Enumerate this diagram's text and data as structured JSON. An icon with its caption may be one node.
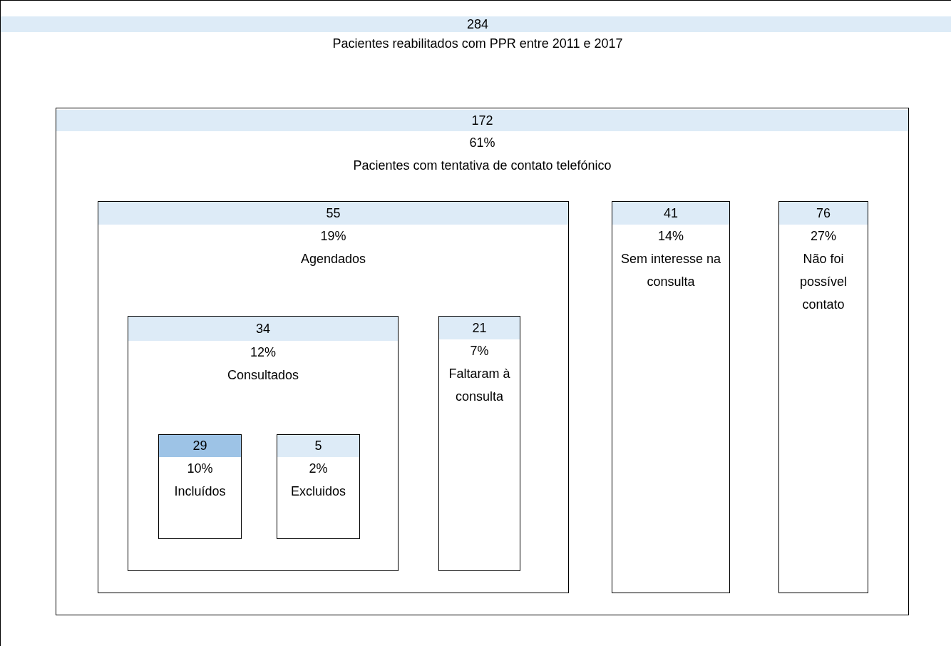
{
  "diagram": {
    "nodes": [
      {
        "text": [
          "284",
          "Pacientes reabilitados com PPR entre 2011 e 2017"
        ]
      },
      {
        "text": [
          "172",
          "61%",
          "Pacientes com tentativa de contato telefónico"
        ],
        "in": 0
      },
      {
        "text": [
          "55",
          "19%",
          "Agendados"
        ],
        "in": 1
      },
      {
        "text": [
          "34",
          "12%",
          "Consultados"
        ],
        "in": 2
      },
      {
        "text": [
          "29",
          "10%",
          "Incluídos"
        ],
        "in": 3
      },
      {
        "text": [
          "5",
          "2%",
          "Excluidos"
        ],
        "in": 3
      },
      {
        "text": [
          "21",
          "7%",
          "Faltaram à consulta"
        ],
        "in": 2
      },
      {
        "text": [
          "41",
          "14%",
          "Sem interesse na consulta"
        ],
        "in": 1
      },
      {
        "text": [
          "76",
          "27%",
          "Não foi possível contato"
        ],
        "in": 1
      }
    ]
  }
}
